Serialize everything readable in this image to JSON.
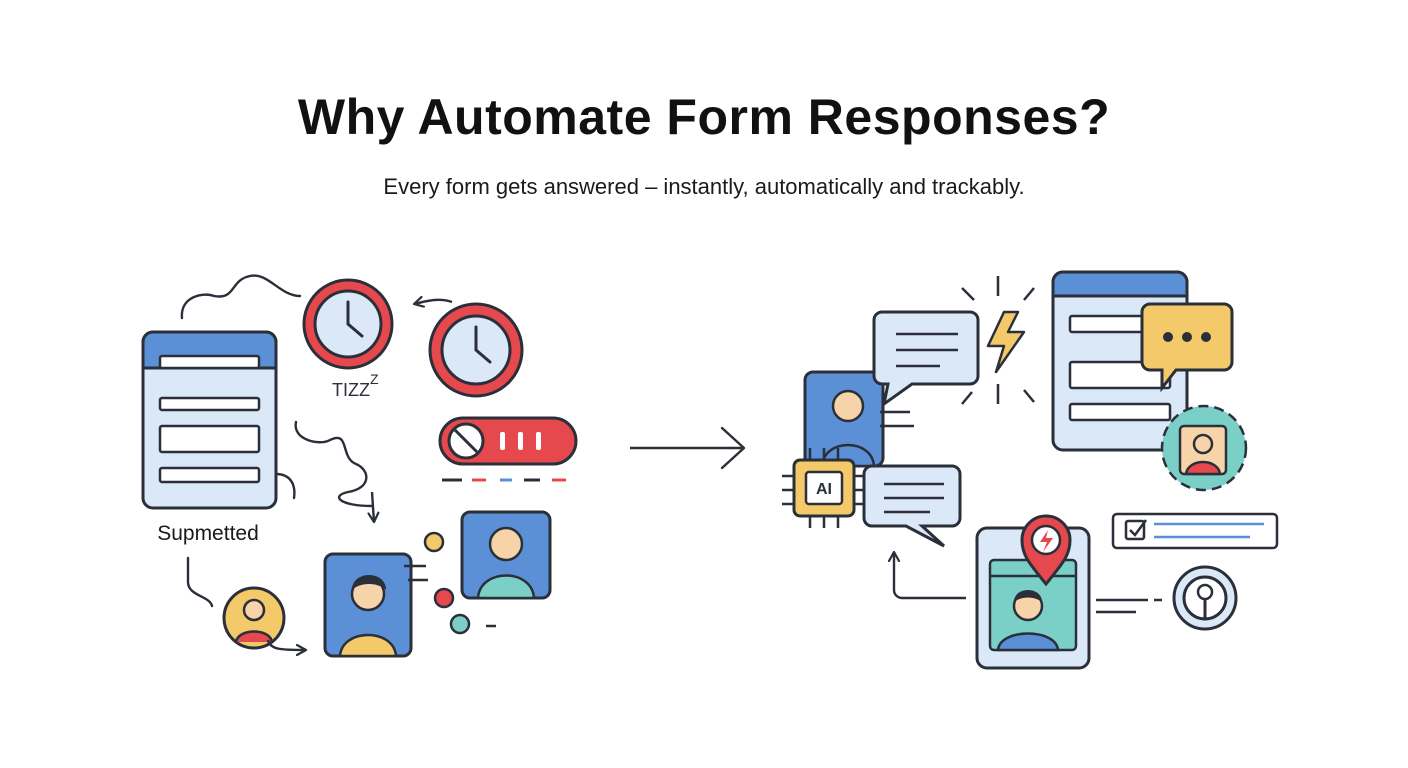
{
  "header": {
    "title": "Why Automate Form Responses?",
    "subtitle": "Every form gets answered – instantly, automatically and trackably."
  },
  "left_panel": {
    "form_caption": "Supmetted",
    "sleep_text": "TIZZ",
    "sleep_sup": "Z"
  },
  "right_panel": {
    "chip_label": "AI"
  },
  "colors": {
    "outline": "#2a2f3a",
    "red": "#e5484d",
    "blue": "#5b8fd6",
    "light_blue": "#dbe8f7",
    "yellow": "#f3c969",
    "teal": "#7ad0c6",
    "skin": "#f6d3a8"
  },
  "icons": [
    "form-icon",
    "clock-icon",
    "blocked-toggle-icon",
    "person-avatar-icon",
    "chat-bubble-icon",
    "lightning-icon",
    "ai-chip-icon",
    "gear-icon",
    "location-pin-icon",
    "checklist-icon",
    "target-icon",
    "arrow-icon"
  ]
}
